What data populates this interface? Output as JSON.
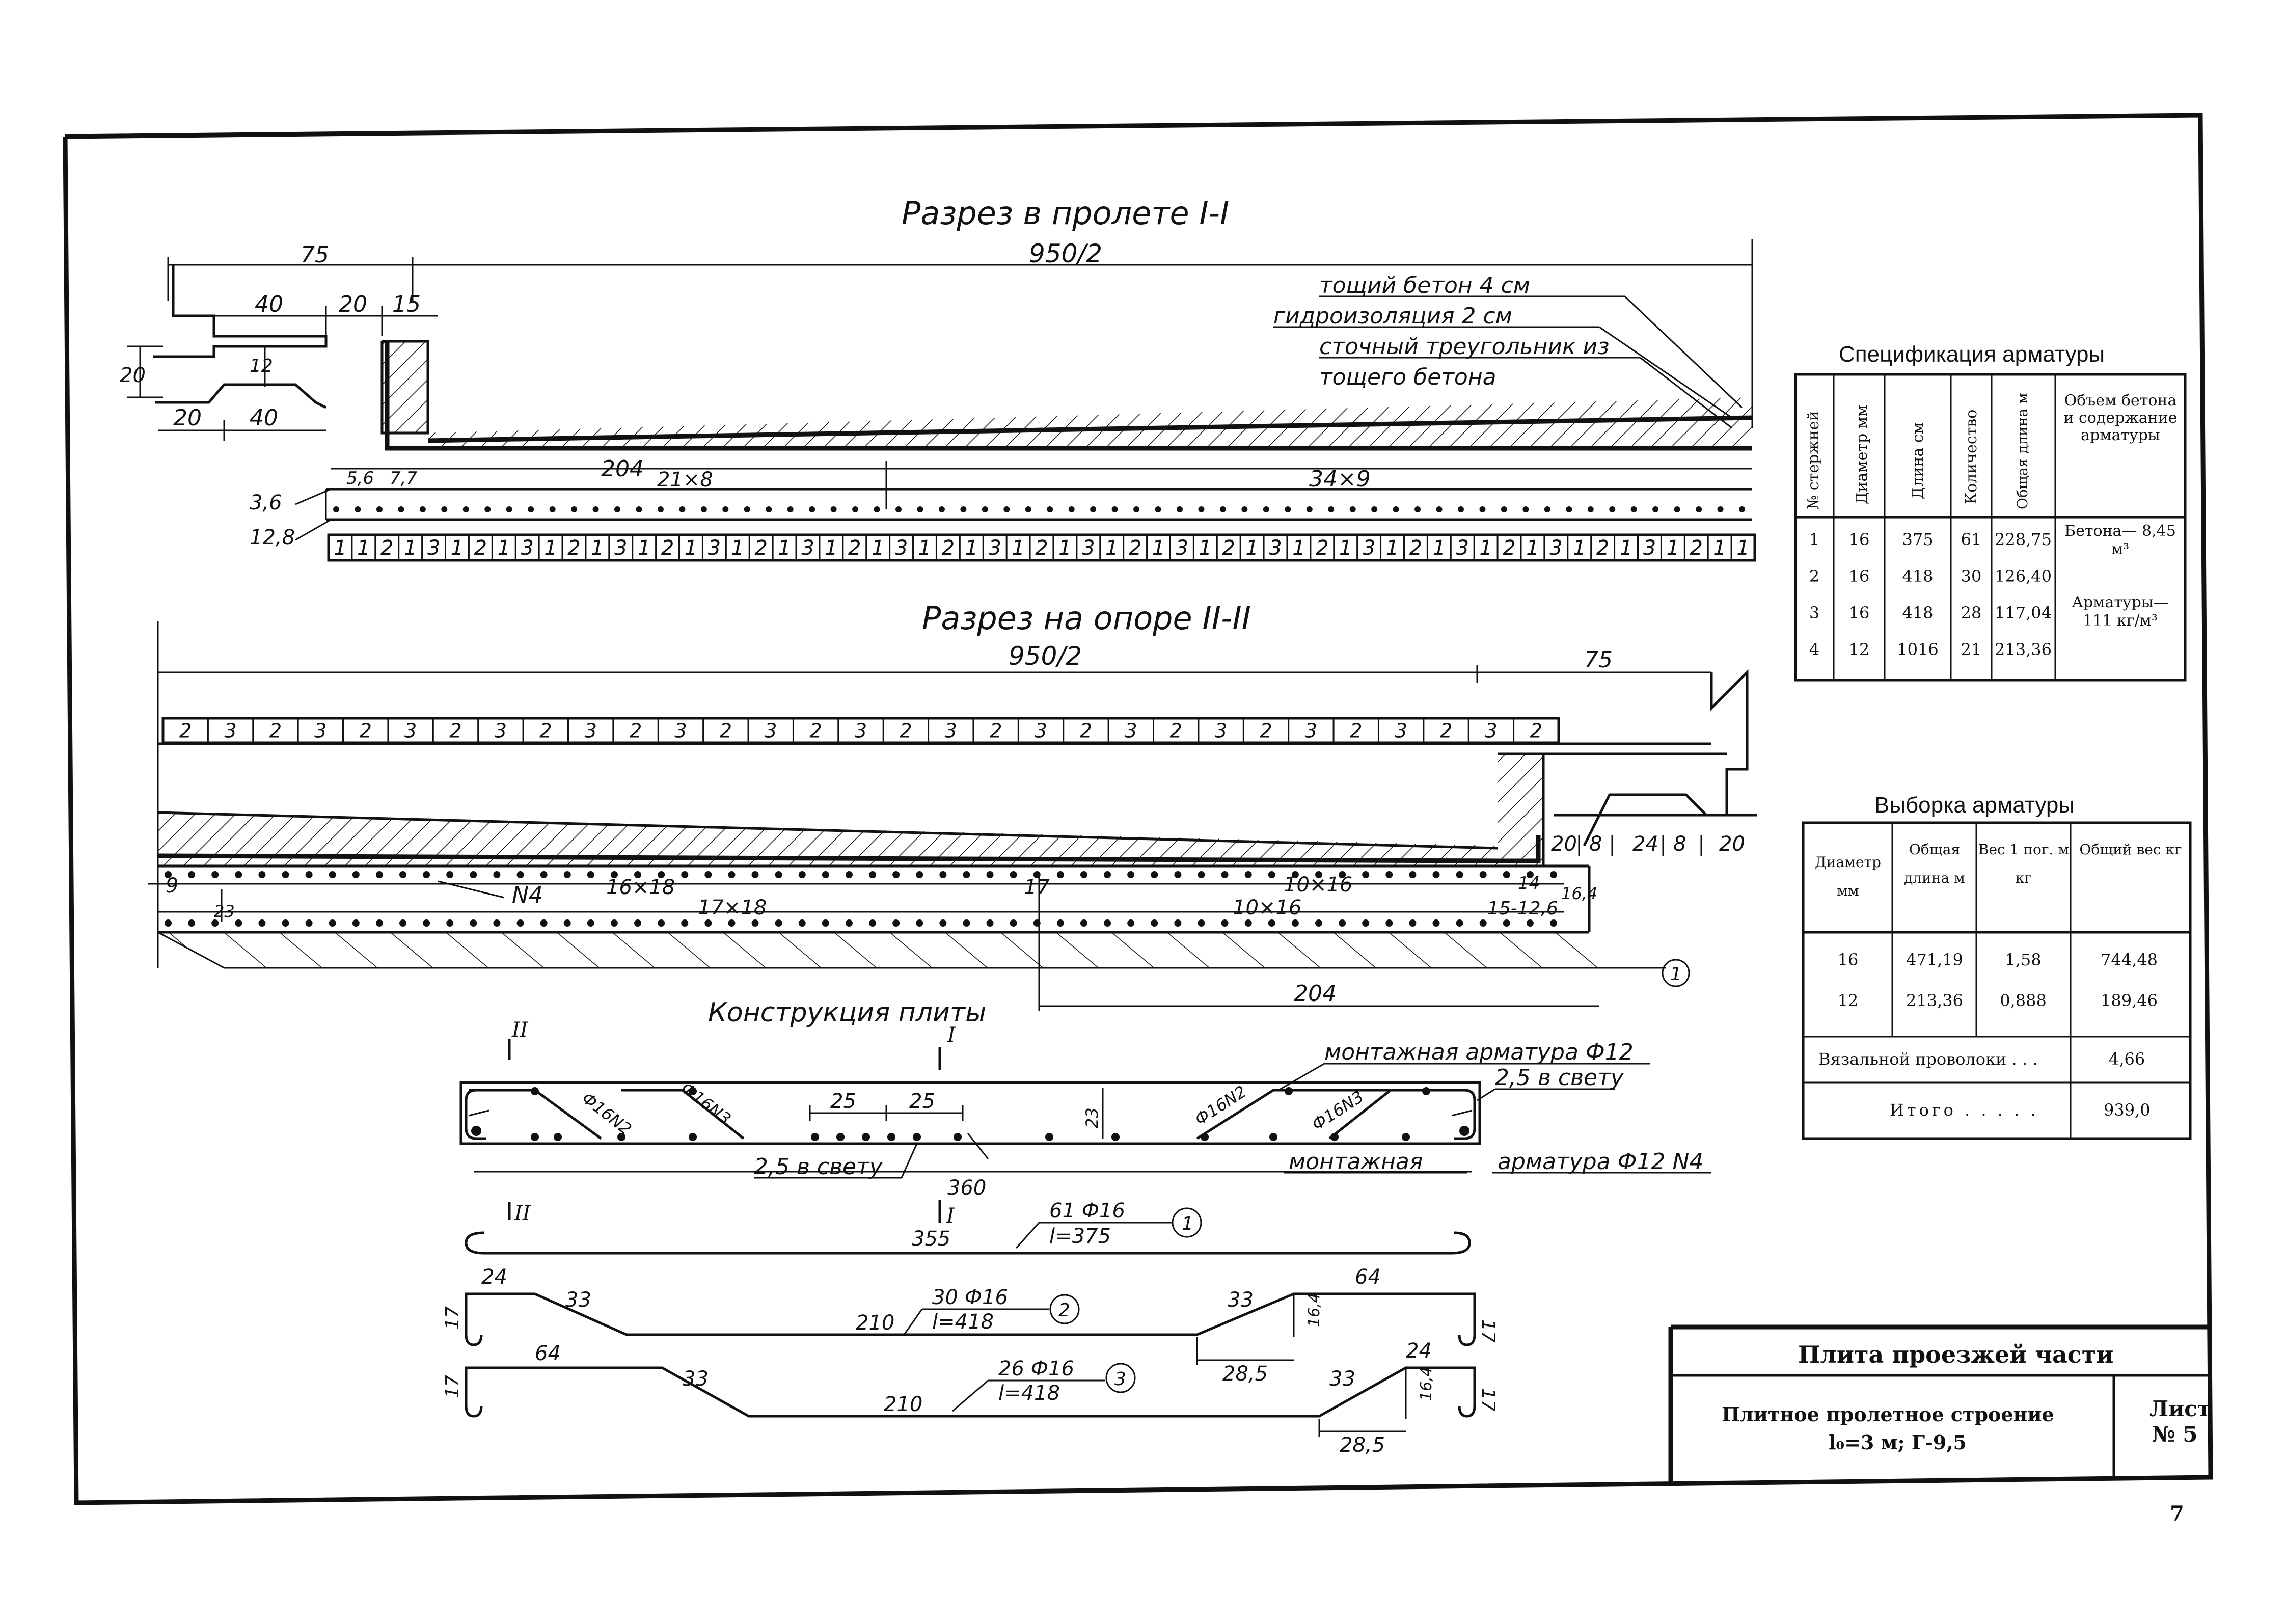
{
  "sheet": {
    "page_number": "7",
    "stamp": {
      "title": "Плита проезжей части",
      "subtitle_line1": "Плитное пролетное строение",
      "subtitle_line2": "l₀=3 м; Г-9,5",
      "sheet_label": "Лист",
      "sheet_number": "№ 5"
    }
  },
  "section_1": {
    "title": "Разрез в пролете I-I",
    "dims": {
      "d75": "75",
      "d950": "950/2",
      "d40": "40",
      "d20": "20",
      "d15": "15",
      "d20v": "20",
      "d12": "12",
      "d20b": "20",
      "d40b": "40",
      "d36": "3,6",
      "d128": "12,8",
      "d56": "5,6",
      "d77": "7,7",
      "d204": "204",
      "d21x8": "21×8",
      "d34x9": "34×9"
    },
    "callouts": [
      "тощий бетон 4 см",
      "гидроизоляция 2 см",
      "сточный треугольник из",
      "тощего бетона"
    ],
    "bar_sequence": [
      "1",
      "1",
      "2",
      "1",
      "3",
      "1",
      "2",
      "1",
      "3",
      "1",
      "2",
      "1",
      "3",
      "1",
      "2",
      "1",
      "3",
      "1",
      "2",
      "1",
      "3",
      "1",
      "2",
      "1",
      "3",
      "1",
      "2",
      "1",
      "3",
      "1",
      "2",
      "1",
      "3",
      "1",
      "2",
      "1",
      "3",
      "1",
      "2",
      "1",
      "3",
      "1",
      "2",
      "1",
      "3",
      "1",
      "2",
      "1",
      "3",
      "1",
      "2",
      "1",
      "3",
      "1",
      "2",
      "1",
      "3",
      "1",
      "2",
      "1",
      "1"
    ]
  },
  "section_2": {
    "title": "Разрез на опоре II-II",
    "dims": {
      "d950": "950/2",
      "d75": "75",
      "d9": "9",
      "d23": "23",
      "dN4": "N4",
      "d16x18": "16×18",
      "d17": "17",
      "d10x16a": "10×16",
      "d14": "14",
      "d164": "16,4",
      "d17x18": "17×18",
      "d10x16b": "10×16",
      "d15126": "15-12,6",
      "d20a": "20",
      "d8a": "8",
      "d24": "24",
      "d8b": "8",
      "d20b": "20",
      "d204": "204",
      "circle1": "1"
    },
    "bar_sequence": [
      "2",
      "3",
      "2",
      "3",
      "2",
      "3",
      "2",
      "3",
      "2",
      "3",
      "2",
      "3",
      "2",
      "3",
      "2",
      "3",
      "2",
      "3",
      "2",
      "3",
      "2",
      "3",
      "2",
      "3",
      "2",
      "3",
      "2",
      "3",
      "2",
      "3",
      "2"
    ]
  },
  "plate": {
    "title": "Конструкция плиты",
    "cut_II": "II",
    "cut_I": "I",
    "labels": {
      "mount_top": "монтажная арматура Ф12",
      "clear_right": "2,5 в свету",
      "clear_left": "2,5 в свету",
      "mount_bottom_a": "монтажная",
      "mount_bottom_b": "арматура Ф12 N4",
      "f16n2a": "Ф16N2",
      "f16n3a": "Ф16N3",
      "f16n2b": "Ф16N2",
      "f16n3b": "Ф16N3",
      "d25a": "25",
      "d25b": "25",
      "d23": "23",
      "d360": "360"
    }
  },
  "bars": {
    "bar1": {
      "len": "355",
      "count": "61 Ф16",
      "l": "l=375",
      "num": "1"
    },
    "bar2": {
      "a": "24",
      "b": "33",
      "c": "210",
      "d": "33",
      "e": "64",
      "h1": "17",
      "h2": "17",
      "v": "16,4",
      "w": "28,5",
      "count": "30 Ф16",
      "l": "l=418",
      "num": "2"
    },
    "bar3": {
      "a": "64",
      "b": "33",
      "c": "210",
      "d": "33",
      "e": "24",
      "h1": "17",
      "h2": "17",
      "v": "16,4",
      "w": "28,5",
      "count": "26 Ф16",
      "l": "l=418",
      "num": "3"
    }
  },
  "spec_table": {
    "title": "Спецификация арматуры",
    "headers": [
      "№ стержней",
      "Диаметр мм",
      "Длина см",
      "Количество",
      "Общая длина м",
      "Объем бетона и содержание арматуры"
    ],
    "rows": [
      [
        "1",
        "16",
        "375",
        "61",
        "228,75"
      ],
      [
        "2",
        "16",
        "418",
        "30",
        "126,40"
      ],
      [
        "3",
        "16",
        "418",
        "28",
        "117,04"
      ],
      [
        "4",
        "12",
        "1016",
        "21",
        "213,36"
      ]
    ],
    "concrete": "Бетона— 8,45 м³",
    "steel": "Арматуры— 111 кг/м³"
  },
  "selection_table": {
    "title": "Выборка арматуры",
    "headers": [
      "Диаметр мм",
      "Общая длина м",
      "Вес 1 пог. м кг",
      "Общий вес кг"
    ],
    "rows": [
      [
        "16",
        "471,19",
        "1,58",
        "744,48"
      ],
      [
        "12",
        "213,36",
        "0,888",
        "189,46"
      ]
    ],
    "wire_label": "Вязальной проволоки . . .",
    "wire_value": "4,66",
    "total_label": "Итого . . . . .",
    "total_value": "939,0"
  }
}
